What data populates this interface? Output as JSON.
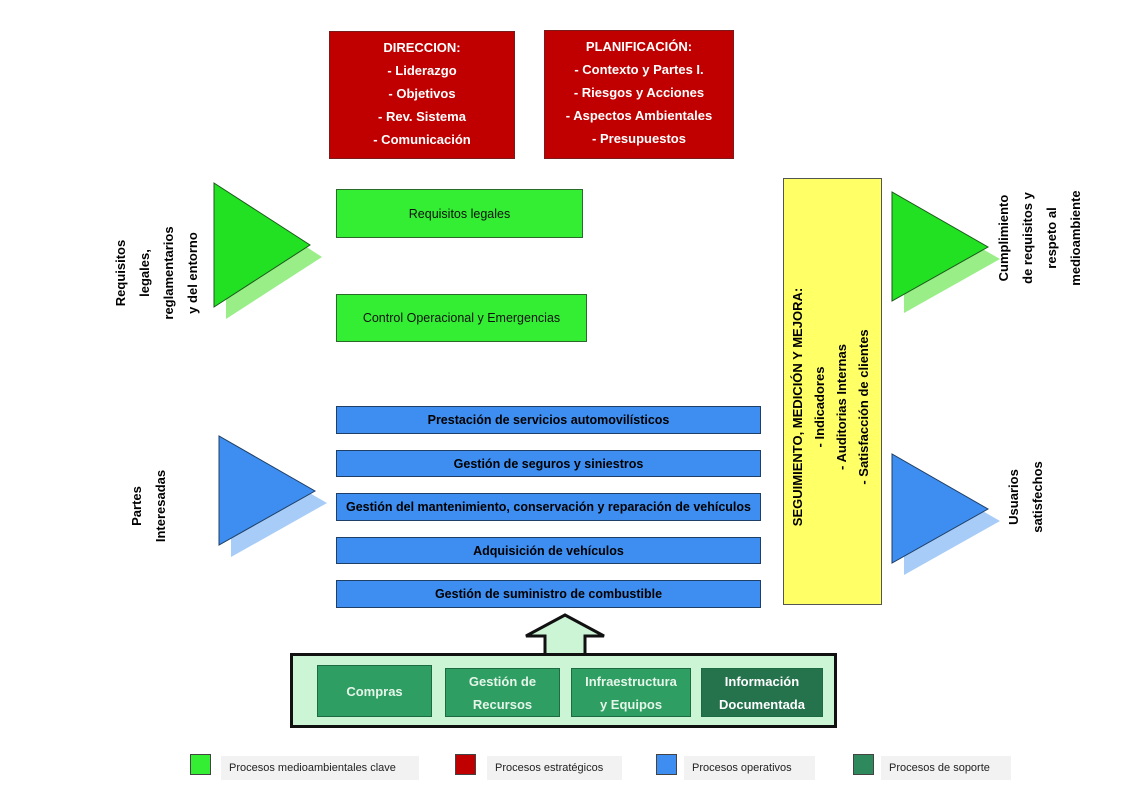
{
  "strategic": {
    "direccion": {
      "title": "DIRECCION:",
      "items": [
        "- Liderazgo",
        "- Objetivos",
        "- Rev. Sistema",
        "- Comunicación"
      ]
    },
    "planificacion": {
      "title": "PLANIFICACIÓN:",
      "items": [
        "- Contexto y Partes I.",
        "- Riesgos y Acciones",
        "- Aspectos Ambientales",
        "- Presupuestos"
      ]
    }
  },
  "environmental": {
    "requisitos_legales": "Requisitos legales",
    "control_operacional": "Control Operacional y Emergencias"
  },
  "operational": [
    "Prestación de servicios automovilísticos",
    "Gestión de seguros y siniestros",
    "Gestión del mantenimiento, conservación y reparación de vehículos",
    "Adquisición de vehículos",
    "Gestión de suministro de combustible"
  ],
  "monitoring": {
    "title": "SEGUIMIENTO, MEDICIÓN Y MEJORA:",
    "items": [
      "- Indicadores",
      "- Auditorias Internas",
      "- Satisfacción de clientes"
    ]
  },
  "inputs": {
    "requisitos": [
      "Requisitos",
      "legales,",
      "reglamentarios",
      "y del entorno"
    ],
    "partes": [
      "Partes",
      "Interesadas"
    ]
  },
  "outputs": {
    "cumplimiento": [
      "Cumplimiento",
      "de requisitos y",
      "respeto al",
      "medioambiente"
    ],
    "usuarios": [
      "Usuarios",
      "satisfechos"
    ]
  },
  "support": [
    [
      "Compras"
    ],
    [
      "Gestión de",
      "Recursos"
    ],
    [
      "Infraestructura",
      "y Equipos"
    ],
    [
      "Información",
      "Documentada"
    ]
  ],
  "legend": [
    {
      "label": "Procesos medioambientales clave",
      "color": "#33ee33"
    },
    {
      "label": "Procesos estratégicos",
      "color": "#c00000"
    },
    {
      "label": "Procesos operativos",
      "color": "#3d8ef0"
    },
    {
      "label": "Procesos de soporte",
      "color": "#2e8a5c"
    }
  ]
}
